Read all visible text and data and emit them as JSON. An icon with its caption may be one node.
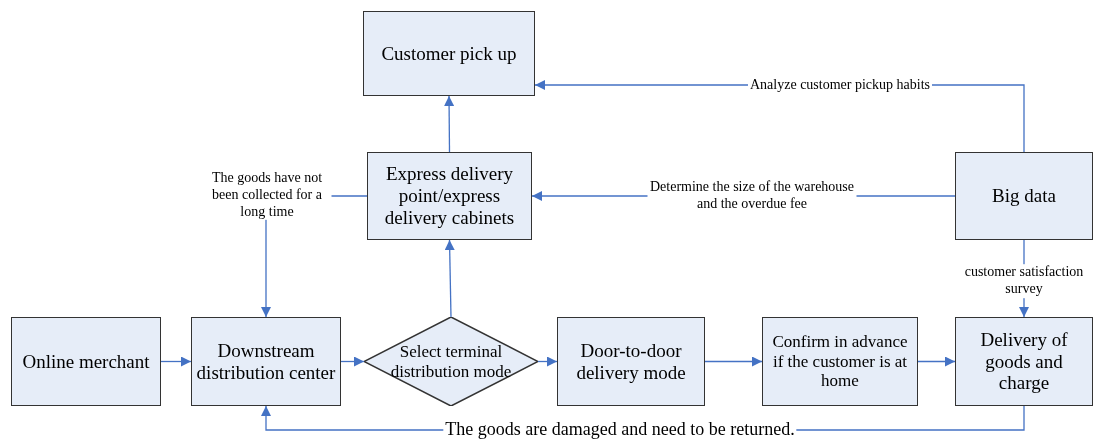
{
  "diagram": {
    "nodes": [
      {
        "text": [
          "Customer pick up"
        ]
      },
      {
        "text": [
          "Express delivery point/express delivery cabinets"
        ]
      },
      {
        "text": [
          "Big data"
        ]
      },
      {
        "text": [
          "Online merchant"
        ]
      },
      {
        "text": [
          "Downstream distribution center"
        ]
      },
      {
        "text": [
          "Select terminal distribution mode"
        ]
      },
      {
        "text": [
          "Door-to-door delivery mode"
        ]
      },
      {
        "text": [
          "Confirm in advance if the customer is at home"
        ]
      },
      {
        "text": [
          "Delivery of goods and charge"
        ]
      }
    ],
    "edges": [
      {
        "from": 3,
        "to": 4,
        "arrow": "to"
      },
      {
        "from": 4,
        "to": 5,
        "arrow": "to"
      },
      {
        "from": 5,
        "to": 6,
        "arrow": "to"
      },
      {
        "from": 6,
        "to": 7,
        "arrow": "to"
      },
      {
        "from": 7,
        "to": 8,
        "arrow": "to"
      },
      {
        "from": 5,
        "to": 1,
        "arrow": "to"
      },
      {
        "from": 1,
        "to": 0,
        "arrow": "to"
      },
      {
        "from": 2,
        "to": 0,
        "arrow": "to",
        "label": "Analyze customer pickup habits"
      },
      {
        "from": 2,
        "to": 1,
        "arrow": "to",
        "label": "Determine the size of the warehouse and the overdue fee"
      },
      {
        "from": 2,
        "to": 8,
        "arrow": "to",
        "label": "customer satisfaction survey"
      },
      {
        "from": 8,
        "to": 4,
        "arrow": "to",
        "label": "The goods are damaged and need to be returned."
      },
      {
        "from": 1,
        "to": 4,
        "arrow": "to",
        "label": "The goods have not been collected for a long time"
      }
    ]
  }
}
